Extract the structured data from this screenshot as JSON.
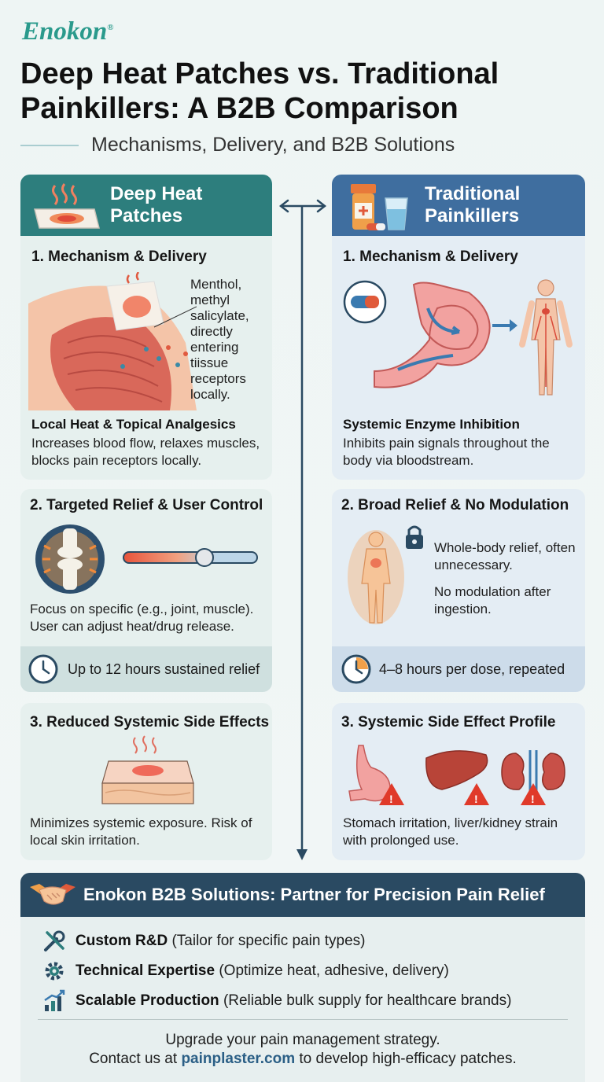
{
  "brand": {
    "name": "Enokon",
    "mark": "®"
  },
  "title": "Deep Heat Patches vs. Traditional Painkillers: A B2B Comparison",
  "subtitle": "Mechanisms, Delivery, and B2B Solutions",
  "left": {
    "header": "Deep Heat Patches",
    "sec1": {
      "title": "1. Mechanism & Delivery",
      "callout": "Menthol, methyl salicylate, directly entering tiissue receptors locally.",
      "heading": "Local Heat & Topical Analgesics",
      "text": "Increases blood flow, relaxes muscles, blocks pain receptors locally."
    },
    "sec2": {
      "title": "2. Targeted Relief & User Control",
      "text": "Focus on specific (e.g., joint, muscle). User can adjust heat/drug release.",
      "slider_level": 0.6,
      "duration": "Up to 12 hours sustained relief"
    },
    "sec3": {
      "title": "3. Reduced Systemic Side Effects",
      "text": "Minimizes systemic exposure. Risk of local skin irritation."
    }
  },
  "right": {
    "header": "Traditional Painkillers",
    "sec1": {
      "title": "1. Mechanism & Delivery",
      "heading": "Systemic Enzyme Inhibition",
      "text": "Inhibits pain signals throughout the body via bloodstream."
    },
    "sec2": {
      "title": "2. Broad Relief & No Modulation",
      "text1": "Whole-body relief, often unnecessary.",
      "text2": "No modulation after ingestion.",
      "duration": "4–8 hours per dose, repeated"
    },
    "sec3": {
      "title": "3. Systemic Side Effect Profile",
      "text": "Stomach irritation, liver/kidney strain with prolonged use."
    }
  },
  "b2b": {
    "title": "Enokon B2B Solutions: Partner for Precision Pain Relief",
    "items": [
      {
        "label": "Custom R&D",
        "desc": "(Tailor for specific pain types)",
        "icon": "tools-icon"
      },
      {
        "label": "Technical Expertise",
        "desc": "(Optimize heat, adhesive, delivery)",
        "icon": "gear-icon"
      },
      {
        "label": "Scalable Production",
        "desc": "(Reliable bulk supply for healthcare brands)",
        "icon": "growth-chart-icon"
      }
    ],
    "cta1": "Upgrade your pain management strategy.",
    "cta2_pre": "Contact us at",
    "cta2_link": "painplaster.com",
    "cta2_post": "to develop high-efficacy patches."
  },
  "colors": {
    "teal": "#2d7e7d",
    "blue": "#3f6e9f",
    "navy": "#2a4a62",
    "brand": "#2a9a8c"
  }
}
